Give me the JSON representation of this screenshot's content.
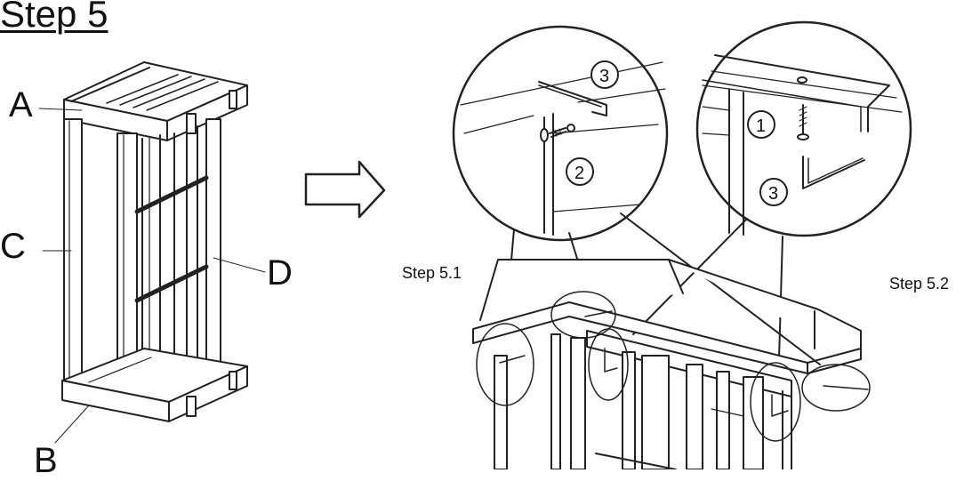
{
  "title": "Step 5",
  "parts": {
    "a": "A",
    "b": "B",
    "c": "C",
    "d": "D"
  },
  "substeps": {
    "s1": "Step 5.1",
    "s2": "Step 5.2"
  },
  "callouts": {
    "screw": "1",
    "bracket": "2",
    "hex_key": "3"
  }
}
